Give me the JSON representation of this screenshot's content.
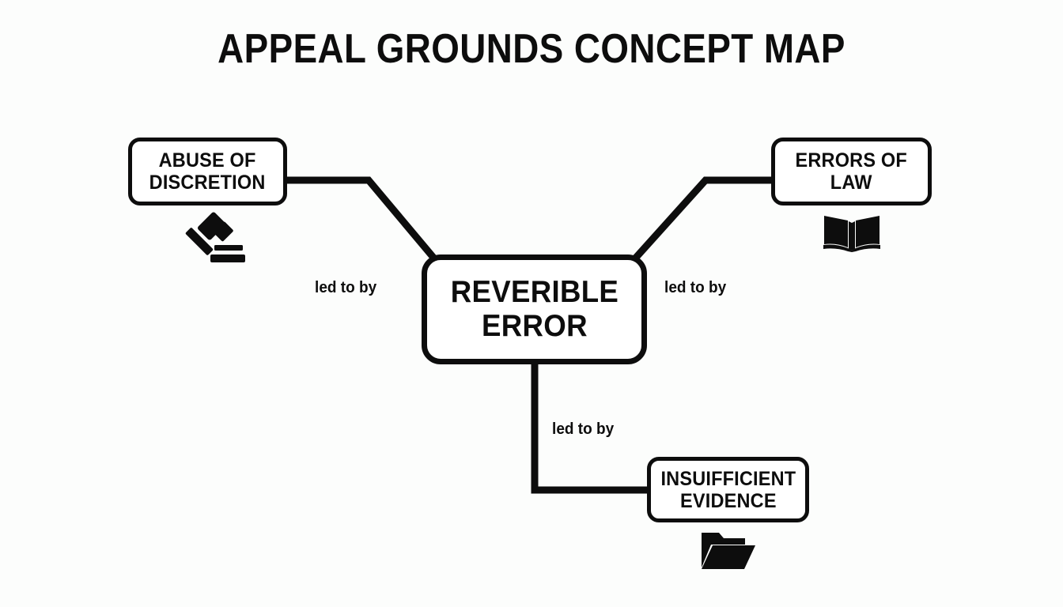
{
  "title": "APPEAL GROUNDS CONCEPT MAP",
  "colors": {
    "background": "#fcfdfc",
    "stroke": "#0d0d0d",
    "node_fill": "#ffffff",
    "text": "#0d0d0d"
  },
  "central_node": {
    "id": "reverible-error",
    "label_line1": "REVERIBLE",
    "label_line2": "ERROR",
    "label": "REVERIBLE ERROR"
  },
  "nodes": [
    {
      "id": "abuse-of-discretion",
      "label_line1": "ABUSE OF",
      "label_line2": "DISCRETION",
      "label": "ABUSE OF DISCRETION",
      "icon": "gavel-icon",
      "position": "top-left"
    },
    {
      "id": "errors-of-law",
      "label_line1": "ERRORS OF",
      "label_line2": "LAW",
      "label": "ERRORS OF LAW",
      "icon": "open-book-icon",
      "position": "top-right"
    },
    {
      "id": "insuifficient-evidence",
      "label_line1": "INSUIFFICIENT",
      "label_line2": "EVIDENCE",
      "label": "INSUIFFICIENT EVIDENCE",
      "icon": "folder-icon",
      "position": "bottom-right"
    }
  ],
  "edges": [
    {
      "id": "edge-left",
      "label": "led to by",
      "from": "reverible-error",
      "to": "abuse-of-discretion"
    },
    {
      "id": "edge-right",
      "label": "led to by",
      "from": "reverible-error",
      "to": "errors-of-law"
    },
    {
      "id": "edge-bottom",
      "label": "led to by",
      "from": "reverible-error",
      "to": "insuifficient-evidence"
    }
  ]
}
